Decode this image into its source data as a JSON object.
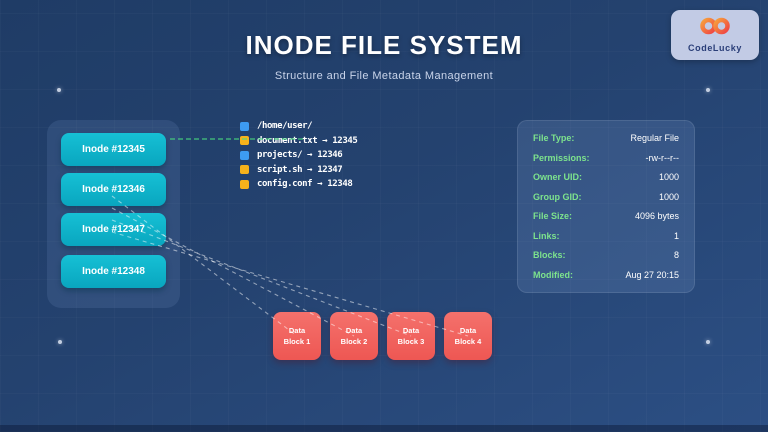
{
  "header": {
    "title": "INODE FILE SYSTEM",
    "subtitle": "Structure and File Metadata Management"
  },
  "logo": {
    "brand": "CodeLucky",
    "icon": "infinity-icon"
  },
  "inode_panel": {
    "inodes": [
      {
        "label": "Inode #12345"
      },
      {
        "label": "Inode #12346"
      },
      {
        "label": "Inode #12347"
      },
      {
        "label": "Inode #12348"
      }
    ]
  },
  "file_list": {
    "entries": [
      {
        "text": "/home/user/",
        "icon": "directory-icon",
        "icon_color": "#3d9bf2"
      },
      {
        "text": "document.txt → 12345",
        "icon": "file-icon",
        "icon_color": "#f6b21b"
      },
      {
        "text": "projects/ → 12346",
        "icon": "directory-icon",
        "icon_color": "#3d9bf2"
      },
      {
        "text": "script.sh → 12347",
        "icon": "file-icon",
        "icon_color": "#f6b21b"
      },
      {
        "text": "config.conf → 12348",
        "icon": "file-icon",
        "icon_color": "#f6b21b"
      }
    ]
  },
  "metadata_panel": {
    "rows": [
      {
        "label": "File Type:",
        "value": "Regular File"
      },
      {
        "label": "Permissions:",
        "value": "-rw-r--r--"
      },
      {
        "label": "Owner UID:",
        "value": "1000"
      },
      {
        "label": "Group GID:",
        "value": "1000"
      },
      {
        "label": "File Size:",
        "value": "4096 bytes"
      },
      {
        "label": "Links:",
        "value": "1"
      },
      {
        "label": "Blocks:",
        "value": "8"
      },
      {
        "label": "Modified:",
        "value": "Aug 27 20:15"
      }
    ]
  },
  "data_blocks": {
    "blocks": [
      {
        "line1": "Data",
        "line2": "Block 1"
      },
      {
        "line1": "Data",
        "line2": "Block 2"
      },
      {
        "line1": "Data",
        "line2": "Block 3"
      },
      {
        "line1": "Data",
        "line2": "Block 4"
      }
    ]
  },
  "colors": {
    "background": "#24426f",
    "inode_box": "#0fb3c9",
    "data_block": "#f1615d",
    "directory_icon": "#3d9bf2",
    "file_icon": "#f6b21b",
    "metadata_label": "#7de38d",
    "link_line_green": "#4ade80",
    "link_line_white": "rgba(255,255,255,0.55)"
  }
}
